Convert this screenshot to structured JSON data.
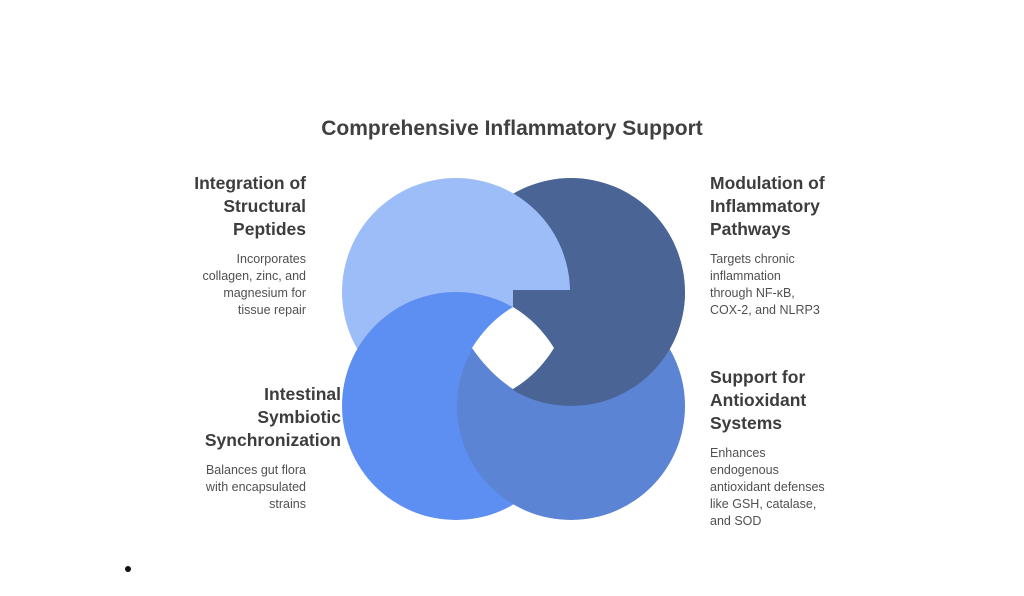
{
  "title": "Comprehensive Inflammatory Support",
  "colors": {
    "top_left": "#9dbdf9",
    "top_right": "#4a6496",
    "bottom_left": "#5d8ef2",
    "bottom_right": "#5b84d4"
  },
  "quadrants": {
    "top_left": {
      "heading": [
        "Integration of",
        "Structural",
        "Peptides"
      ],
      "desc": [
        "Incorporates",
        "collagen, zinc, and",
        "magnesium for",
        "tissue repair"
      ]
    },
    "top_right": {
      "heading": [
        "Modulation of",
        "Inflammatory",
        "Pathways"
      ],
      "desc": [
        "Targets chronic",
        "inflammation",
        "through NF-κB,",
        "COX-2, and NLRP3"
      ]
    },
    "bottom_left": {
      "heading": [
        "Intestinal",
        "Symbiotic",
        "Synchronization"
      ],
      "desc": [
        "Balances gut flora",
        "with encapsulated",
        "strains"
      ]
    },
    "bottom_right": {
      "heading": [
        "Support for",
        "Antioxidant",
        "Systems"
      ],
      "desc": [
        "Enhances",
        "endogenous",
        "antioxidant defenses",
        "like GSH, catalase,",
        "and SOD"
      ]
    }
  }
}
